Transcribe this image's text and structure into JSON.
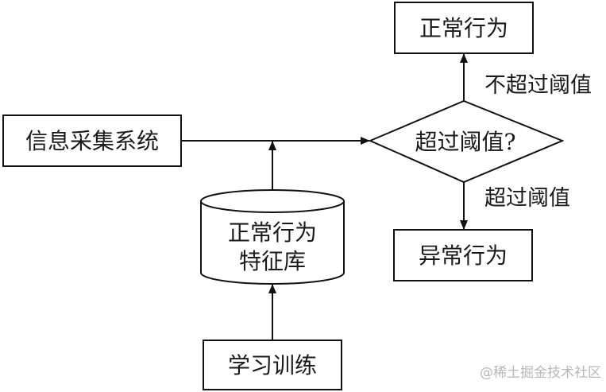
{
  "nodes": {
    "info_collection": "信息采集系统",
    "feature_db_line1": "正常行为",
    "feature_db_line2": "特征库",
    "training": "学习训练",
    "decision": "超过阈值?",
    "normal_behavior": "正常行为",
    "abnormal_behavior": "异常行为"
  },
  "edges": {
    "not_exceed": "不超过阈值",
    "exceed": "超过阈值"
  },
  "watermark": "@稀土掘金技术社区"
}
